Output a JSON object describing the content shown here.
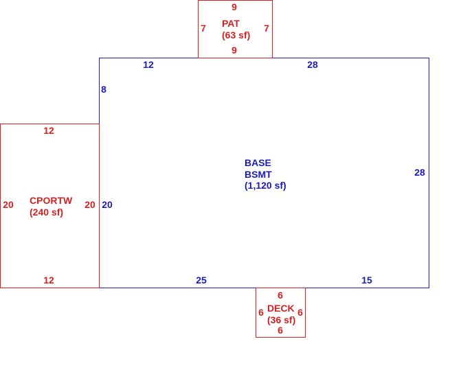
{
  "colors": {
    "base": "#1a1ab8",
    "addition": "#d42020"
  },
  "base": {
    "label_line1": "BASE",
    "label_line2": "BSMT",
    "area": "(1,120 sf)",
    "dims": {
      "top_left": "12",
      "top_right": "28",
      "left_upper": "8",
      "left_lower": "20",
      "right": "28",
      "bottom_left": "25",
      "bottom_right": "15"
    }
  },
  "patio": {
    "label": "PAT",
    "area": "(63 sf)",
    "dims": {
      "top": "9",
      "bottom": "9",
      "left": "7",
      "right": "7"
    }
  },
  "carport": {
    "label": "CPORTW",
    "area": "(240 sf)",
    "dims": {
      "top": "12",
      "bottom": "12",
      "left": "20",
      "right": "20"
    }
  },
  "deck": {
    "label": "DECK",
    "area": "(36 sf)",
    "dims": {
      "top": "6",
      "bottom": "6",
      "left": "6",
      "right": "6"
    }
  }
}
